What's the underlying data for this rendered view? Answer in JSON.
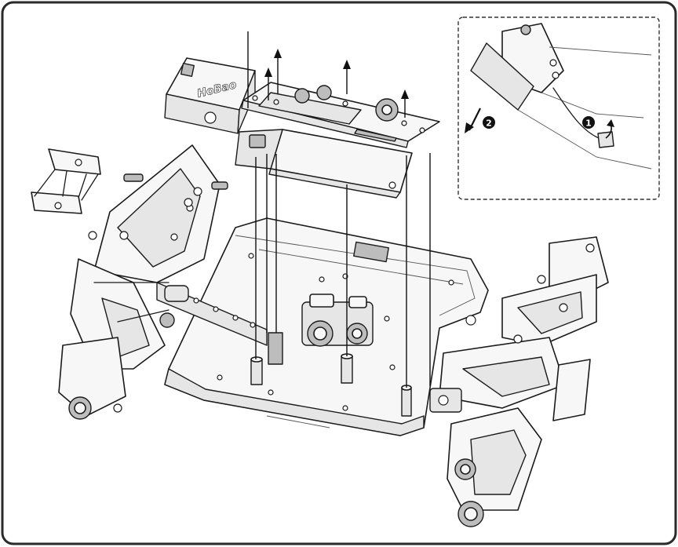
{
  "figure": {
    "logo_text": "HoBao",
    "steps": [
      {
        "number": "1",
        "kind": "disconnect-cable"
      },
      {
        "number": "2",
        "kind": "pull-out-direction"
      }
    ],
    "colors": {
      "line": "#1b1b1b",
      "panel_fill": "#f7f7f7",
      "shade": "#bdbdbd",
      "border": "#2a2a2a",
      "inset_dash": "#333333"
    }
  }
}
